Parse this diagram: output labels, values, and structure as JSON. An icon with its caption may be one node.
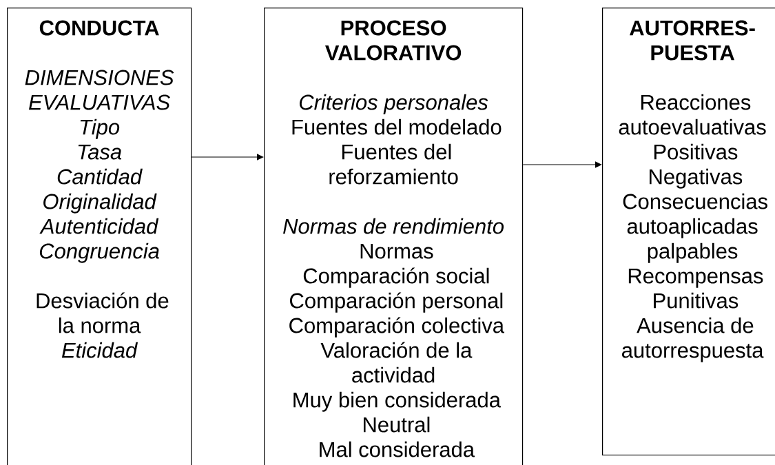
{
  "diagram": {
    "nodes": [
      {
        "text": [
          "CONDUCTA",
          "DIMENSIONES EVALUATIVAS",
          "Tipo",
          "Tasa",
          "Cantidad",
          "Originalidad",
          "Autenticidad",
          "Congruencia",
          "Desviación de la norma",
          "Eticidad"
        ]
      },
      {
        "text": [
          "PROCESO VALORATIVO",
          "Criterios personales",
          "Fuentes del modelado",
          "Fuentes del reforzamiento",
          "Normas de rendimiento",
          "Normas",
          "Comparación social",
          "Comparación personal",
          "Comparación colectiva",
          "Valoración de la actividad",
          "Muy bien considerada",
          "Neutral",
          "Mal considerada"
        ]
      },
      {
        "text": [
          "AUTORRES-PUESTA",
          "Reacciones autoevaluativas",
          "Positivas",
          "Negativas",
          "Consecuencias autoaplicadas palpables",
          "Recompensas",
          "Punitivas",
          "Ausencia de autorrespuesta"
        ]
      }
    ],
    "edges": [
      {
        "from": 0,
        "to": 1,
        "arrow": "to"
      },
      {
        "from": 1,
        "to": 2,
        "arrow": "to"
      }
    ]
  }
}
